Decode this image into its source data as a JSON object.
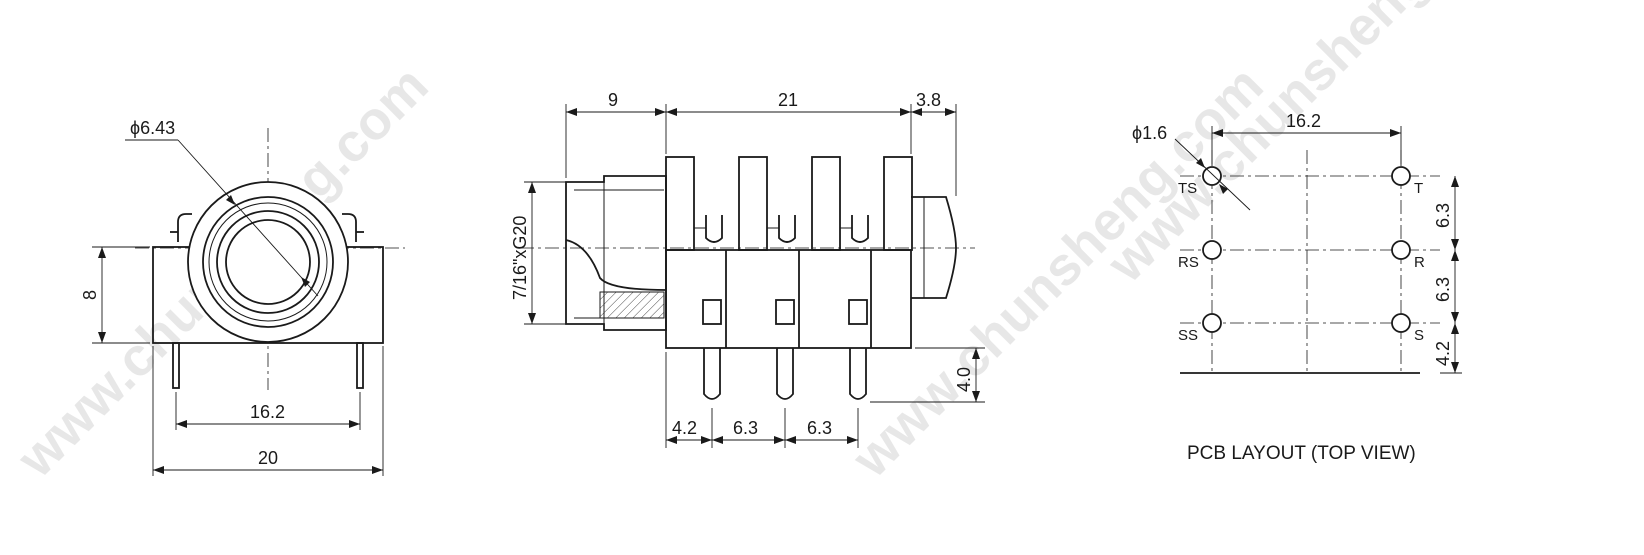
{
  "watermarks": [
    "www.chunsheng.com",
    "www.chunsheng.com",
    "www.chunsheng.com"
  ],
  "front_view": {
    "diameter_label": "ϕ6.43",
    "height_label": "8",
    "pin_spacing_label": "16.2",
    "width_label": "20"
  },
  "side_view": {
    "top_dims": [
      "9",
      "21",
      "3.8"
    ],
    "thread_label": "7/16\"xG20",
    "pin_length_label": "4.0",
    "bottom_dims": [
      "4.2",
      "6.3",
      "6.3"
    ]
  },
  "pcb_layout": {
    "hole_diameter_label": "ϕ1.6",
    "spacing_label": "16.2",
    "pins": [
      {
        "left": "TS",
        "right": "T"
      },
      {
        "left": "RS",
        "right": "R"
      },
      {
        "left": "SS",
        "right": "S"
      }
    ],
    "vertical_dims": [
      "6.3",
      "6.3",
      "4.2"
    ],
    "caption": "PCB LAYOUT (TOP VIEW)"
  }
}
